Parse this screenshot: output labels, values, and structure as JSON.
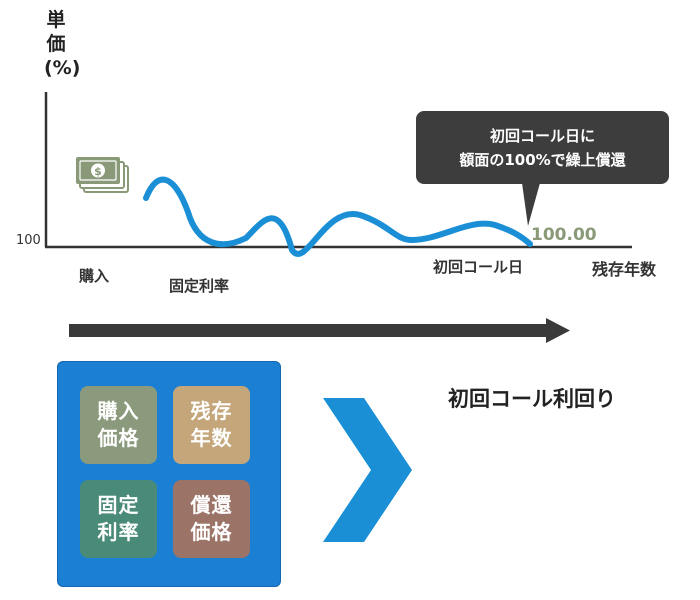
{
  "axis": {
    "y_label_chars": [
      "単",
      "価",
      "(%)"
    ],
    "y_tick": "100",
    "x_label": "残存年数"
  },
  "timeline": {
    "purchase": "購入",
    "fixed_rate": "固定利率",
    "first_call_date": "初回コール日"
  },
  "callout": {
    "line1": "初回コール日に",
    "line2": "額面の100%で繰上償還"
  },
  "redemption_value": "100.00",
  "tiles": [
    {
      "line1": "購入",
      "line2": "価格",
      "color": "#8b9a7c"
    },
    {
      "line1": "残存",
      "line2": "年数",
      "color": "#c4a67a"
    },
    {
      "line1": "固定",
      "line2": "利率",
      "color": "#4a8a78"
    },
    {
      "line1": "償還",
      "line2": "価格",
      "color": "#9c7367"
    }
  ],
  "result_label": "初回コール利回り",
  "icons": {
    "money": "money-stack-icon",
    "arrow": "right-arrow-icon",
    "chevron": "chevron-right-icon"
  },
  "colors": {
    "curve": "#1b8fd6",
    "axis": "#333333",
    "callout_bg": "#3d3d3d",
    "panel_bg": "#1b7fd4",
    "chevron": "#1b8fd6",
    "money": "#8a9a78"
  }
}
